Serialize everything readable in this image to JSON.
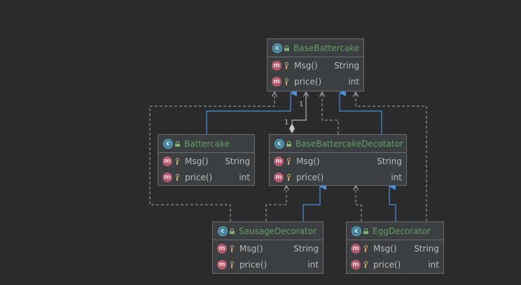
{
  "classes": {
    "base": {
      "name": "BaseBattercake",
      "methods": [
        {
          "name": "Msg()",
          "type": "String"
        },
        {
          "name": "price()",
          "type": "int"
        }
      ]
    },
    "battercake": {
      "name": "Battercake",
      "methods": [
        {
          "name": "Msg()",
          "type": "String"
        },
        {
          "name": "price()",
          "type": "int"
        }
      ]
    },
    "decorator": {
      "name": "BaseBattercakeDecotator",
      "methods": [
        {
          "name": "Msg()",
          "type": "String"
        },
        {
          "name": "price()",
          "type": "int"
        }
      ]
    },
    "sausage": {
      "name": "SausageDecorator",
      "methods": [
        {
          "name": "Msg()",
          "type": "String"
        },
        {
          "name": "price()",
          "type": "int"
        }
      ]
    },
    "egg": {
      "name": "EggDecorator",
      "methods": [
        {
          "name": "Msg()",
          "type": "String"
        },
        {
          "name": "price()",
          "type": "int"
        }
      ]
    }
  },
  "class_icon_letter": "c",
  "method_icon_letter": "m",
  "multiplicity": {
    "top": "1",
    "bottom": "1"
  },
  "colors": {
    "background": "#2b2b2b",
    "node": "#3c3f41",
    "inheritance_arrow": "#4a8fe0",
    "dependency_line": "#a9a9a9",
    "class_name": "#62a062"
  }
}
